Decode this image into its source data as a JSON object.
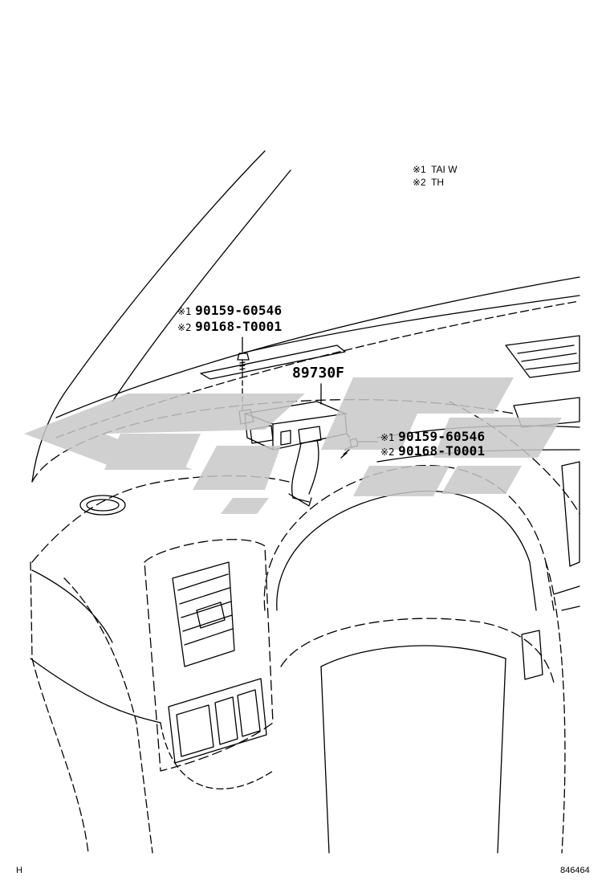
{
  "legend": [
    {
      "mark": "※1",
      "code": "TAI W"
    },
    {
      "mark": "※2",
      "code": "TH"
    }
  ],
  "callouts": {
    "upper_bolt": [
      {
        "mark": "※1",
        "part": "90159-60546"
      },
      {
        "mark": "※2",
        "part": "90168-T0001"
      }
    ],
    "main_part": "89730F",
    "right_bolt": [
      {
        "mark": "※1",
        "part": "90159-60546"
      },
      {
        "mark": "※2",
        "part": "90168-T0001"
      }
    ]
  },
  "footer": {
    "left_code": "H",
    "illustration_no": "846464"
  },
  "colors": {
    "line": "#000000",
    "watermark": "#c8c8c8"
  }
}
